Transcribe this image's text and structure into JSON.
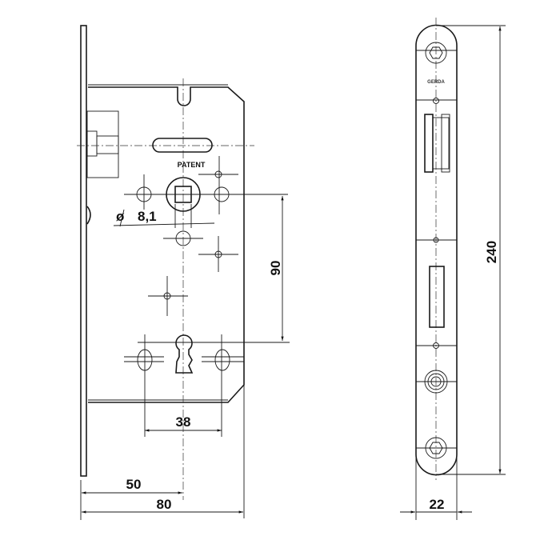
{
  "drawing": {
    "title": "Mortise lock technical drawing",
    "labels": {
      "patent": "PATENT",
      "diameter_symbol": "ø",
      "spindle_size": "8,1",
      "distance_90": "90",
      "distance_38": "38",
      "backset_50": "50",
      "depth_80": "80",
      "faceplate_height_240": "240",
      "faceplate_width_22": "22"
    },
    "logo_text": "GERDA"
  }
}
